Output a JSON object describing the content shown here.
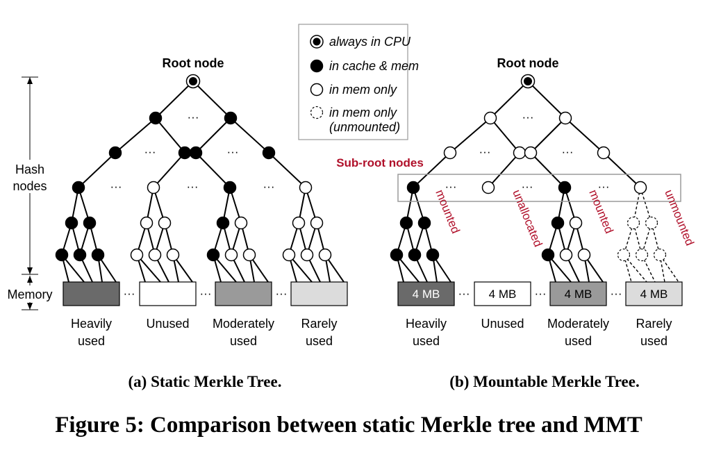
{
  "legend": {
    "items": [
      {
        "kind": "root",
        "label": "always in CPU"
      },
      {
        "kind": "filled",
        "label": "in cache & mem"
      },
      {
        "kind": "hollow",
        "label": "in mem only"
      },
      {
        "kind": "dashed",
        "label": "in mem only",
        "label2": "(unmounted)"
      }
    ]
  },
  "left_axis": {
    "hash_label_1": "Hash",
    "hash_label_2": "nodes",
    "memory_label": "Memory"
  },
  "tree_a": {
    "root_label": "Root node",
    "caption": "(a) Static Merkle Tree.",
    "blocks": [
      {
        "label": "",
        "color": "#6a6a6a",
        "usage_1": "Heavily",
        "usage_2": "used"
      },
      {
        "label": "",
        "color": "#ffffff",
        "usage_1": "Unused",
        "usage_2": ""
      },
      {
        "label": "",
        "color": "#9a9a9a",
        "usage_1": "Moderately",
        "usage_2": "used"
      },
      {
        "label": "",
        "color": "#dcdcdc",
        "usage_1": "Rarely",
        "usage_2": "used"
      }
    ]
  },
  "tree_b": {
    "root_label": "Root node",
    "caption": "(b) Mountable Merkle Tree.",
    "subroot_label": "Sub-root nodes",
    "subtree_states": [
      "mounted",
      "unallocated",
      "mounted",
      "unmounted"
    ],
    "blocks": [
      {
        "label": "4 MB",
        "color": "#6a6a6a",
        "text_color": "#ffffff",
        "usage_1": "Heavily",
        "usage_2": "used"
      },
      {
        "label": "4 MB",
        "color": "#ffffff",
        "text_color": "#000000",
        "usage_1": "Unused",
        "usage_2": ""
      },
      {
        "label": "4 MB",
        "color": "#9a9a9a",
        "text_color": "#000000",
        "usage_1": "Moderately",
        "usage_2": "used"
      },
      {
        "label": "4 MB",
        "color": "#dcdcdc",
        "text_color": "#000000",
        "usage_1": "Rarely",
        "usage_2": "used"
      }
    ]
  },
  "ellipsis": "···",
  "figure_caption": "Figure 5: Comparison between static Merkle tree and MMT",
  "colors": {
    "accent_red": "#b0102a"
  }
}
